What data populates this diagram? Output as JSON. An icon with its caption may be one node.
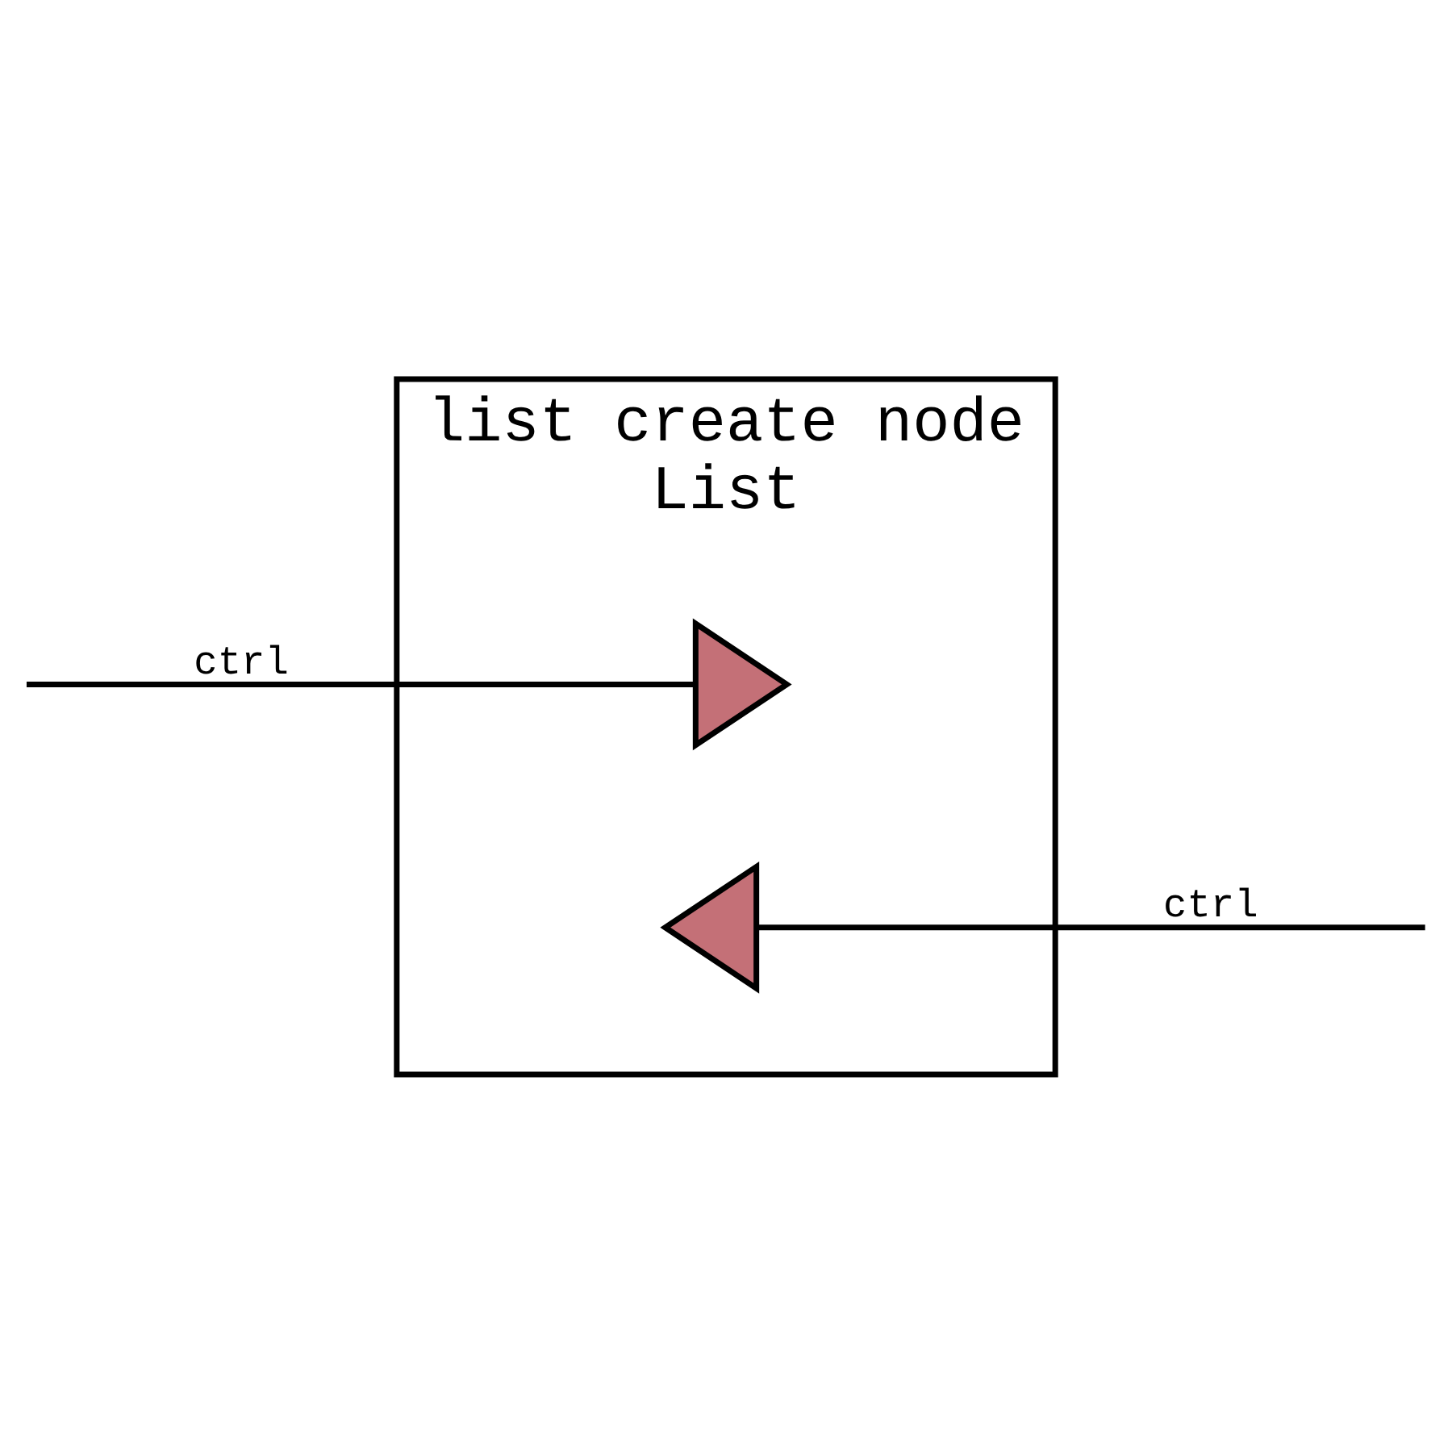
{
  "diagram": {
    "nodes": [
      {
        "text": [
          "list create node",
          "List"
        ]
      },
      {
        "text": [],
        "shape": "triangle",
        "in": 0
      },
      {
        "text": [],
        "shape": "triangle",
        "in": 0
      }
    ],
    "edges": [
      {
        "from": null,
        "to": 1,
        "arrow": "none",
        "label": "ctrl"
      },
      {
        "from": 2,
        "to": null,
        "arrow": "none",
        "label": "ctrl"
      }
    ]
  }
}
